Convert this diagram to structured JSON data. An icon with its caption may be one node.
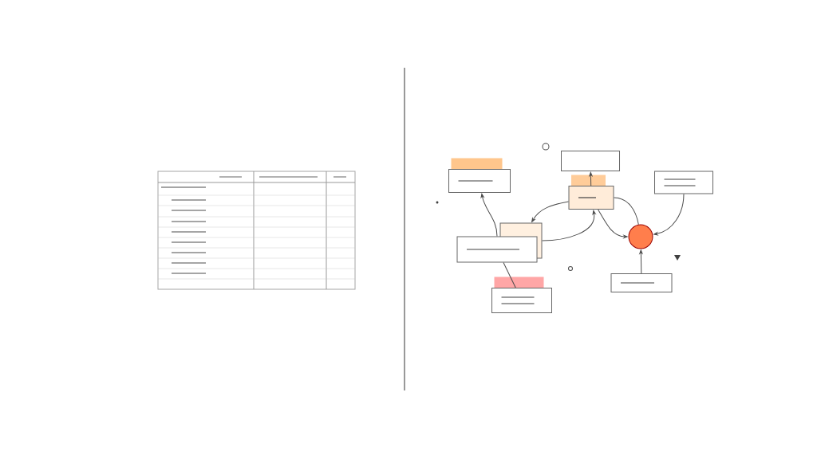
{
  "diagram": {
    "nodes": [
      {
        "text": [],
        "shape": "box"
      },
      {
        "text": [],
        "shape": "box"
      },
      {
        "text": [],
        "shape": "box"
      },
      {
        "text": [],
        "shape": "box"
      },
      {
        "text": [],
        "shape": "box"
      },
      {
        "text": [],
        "shape": "box"
      },
      {
        "text": [],
        "shape": "circle"
      },
      {
        "text": [],
        "shape": "box"
      },
      {
        "text": [],
        "shape": "box"
      }
    ],
    "edges": [
      {
        "from": 5,
        "to": 0,
        "arrow": "to"
      },
      {
        "from": 2,
        "to": 1,
        "arrow": "to"
      },
      {
        "from": 2,
        "to": 4,
        "arrow": "to"
      },
      {
        "from": 4,
        "to": 2,
        "arrow": "to"
      },
      {
        "from": 2,
        "to": 6,
        "arrow": "to"
      },
      {
        "from": 2,
        "to": 6,
        "arrow": "none"
      },
      {
        "from": 3,
        "to": 6,
        "arrow": "to"
      },
      {
        "from": 8,
        "to": 6,
        "arrow": "to"
      },
      {
        "from": 5,
        "to": 7,
        "arrow": "none"
      }
    ]
  }
}
